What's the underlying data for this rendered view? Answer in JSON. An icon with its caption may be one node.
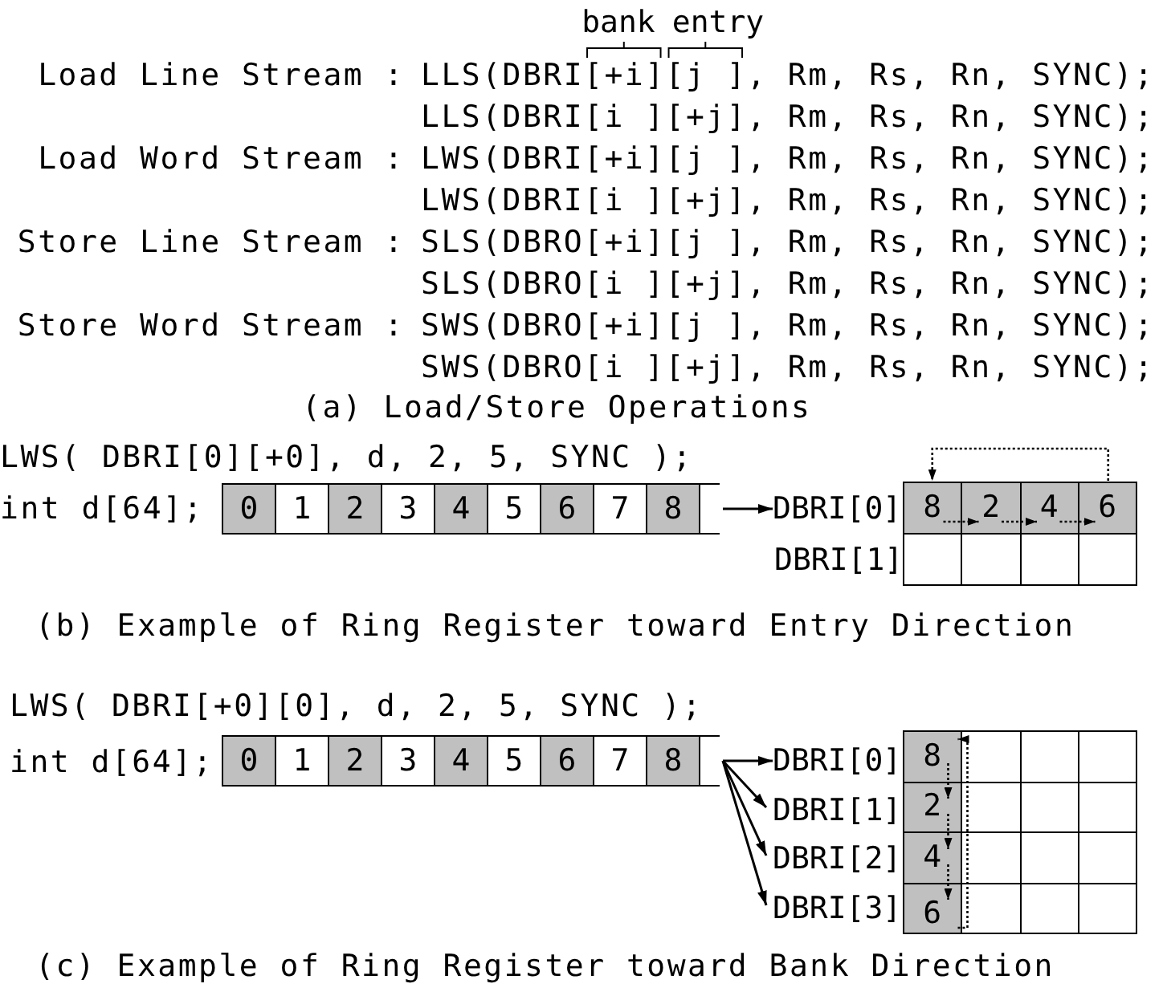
{
  "diagram": {
    "nodes": [
      {
        "text": [],
        "shape": "box"
      },
      {
        "text": [
          "0"
        ],
        "in": 0
      },
      {
        "text": [
          "1"
        ],
        "in": 0
      },
      {
        "text": [
          "2"
        ],
        "in": 0
      },
      {
        "text": [
          "3"
        ],
        "in": 0
      },
      {
        "text": [
          "4"
        ],
        "in": 0
      },
      {
        "text": [
          "5"
        ],
        "in": 0
      },
      {
        "text": [
          "6"
        ],
        "in": 0
      },
      {
        "text": [
          "7"
        ],
        "in": 0
      },
      {
        "text": [
          "8"
        ],
        "in": 0
      },
      {
        "text": [
          "DBRI[0]"
        ]
      },
      {
        "text": [
          "8"
        ]
      },
      {
        "text": [
          "2"
        ]
      },
      {
        "text": [
          "4"
        ]
      },
      {
        "text": [
          "6"
        ]
      },
      {
        "text": [],
        "shape": "box"
      },
      {
        "text": [],
        "shape": "box"
      },
      {
        "text": [],
        "shape": "box"
      },
      {
        "text": [],
        "shape": "box"
      },
      {
        "text": [],
        "shape": "box"
      },
      {
        "text": [
          "0"
        ],
        "in": 19
      },
      {
        "text": [
          "1"
        ],
        "in": 19
      },
      {
        "text": [
          "2"
        ],
        "in": 19
      },
      {
        "text": [
          "3"
        ],
        "in": 19
      },
      {
        "text": [
          "4"
        ],
        "in": 19
      },
      {
        "text": [
          "5"
        ],
        "in": 19
      },
      {
        "text": [
          "6"
        ],
        "in": 19
      },
      {
        "text": [
          "7"
        ],
        "in": 19
      },
      {
        "text": [
          "8"
        ],
        "in": 19
      },
      {
        "text": [
          "DBRI[0]"
        ]
      },
      {
        "text": [
          "DBRI[1]"
        ]
      },
      {
        "text": [
          "DBRI[2]"
        ]
      },
      {
        "text": [
          "DBRI[3]"
        ]
      },
      {
        "text": [
          "8"
        ]
      },
      {
        "text": [],
        "shape": "box"
      },
      {
        "text": [],
        "shape": "box"
      },
      {
        "text": [],
        "shape": "box"
      },
      {
        "text": [
          "2"
        ]
      },
      {
        "text": [],
        "shape": "box"
      },
      {
        "text": [],
        "shape": "box"
      },
      {
        "text": [],
        "shape": "box"
      },
      {
        "text": [
          "4"
        ]
      },
      {
        "text": [],
        "shape": "box"
      },
      {
        "text": [],
        "shape": "box"
      },
      {
        "text": [],
        "shape": "box"
      },
      {
        "text": [
          "6"
        ]
      },
      {
        "text": [],
        "shape": "box"
      },
      {
        "text": [],
        "shape": "box"
      },
      {
        "text": [],
        "shape": "box"
      }
    ],
    "edges": [
      {
        "from": 0,
        "to": 10,
        "arrow": "to"
      },
      {
        "from": 11,
        "to": 12,
        "arrow": "to",
        "style": "dashed"
      },
      {
        "from": 12,
        "to": 13,
        "arrow": "to",
        "style": "dashed"
      },
      {
        "from": 13,
        "to": 14,
        "arrow": "to",
        "style": "dashed"
      },
      {
        "from": 14,
        "to": 11,
        "arrow": "to",
        "style": "dashed"
      },
      {
        "from": 19,
        "to": 29,
        "arrow": "to"
      },
      {
        "from": 19,
        "to": 30,
        "arrow": "to"
      },
      {
        "from": 19,
        "to": 31,
        "arrow": "to"
      },
      {
        "from": 19,
        "to": 32,
        "arrow": "to"
      },
      {
        "from": 33,
        "to": 37,
        "arrow": "to",
        "style": "dashed"
      },
      {
        "from": 37,
        "to": 41,
        "arrow": "to",
        "style": "dashed"
      },
      {
        "from": 41,
        "to": 45,
        "arrow": "to",
        "style": "dashed"
      },
      {
        "from": 45,
        "to": 33,
        "arrow": "to",
        "style": "dashed"
      }
    ],
    "labels": [
      "bank",
      "entry",
      "Load Line Stream :",
      "LLS(DBRI[+i][j ], Rm, Rs, Rn, SYNC);",
      "LLS(DBRI[i ][+j], Rm, Rs, Rn, SYNC);",
      "Load Word Stream :",
      "LWS(DBRI[+i][j ], Rm, Rs, Rn, SYNC);",
      "LWS(DBRI[i ][+j], Rm, Rs, Rn, SYNC);",
      "Store Line Stream :",
      "SLS(DBRO[+i][j ], Rm, Rs, Rn, SYNC);",
      "SLS(DBRO[i ][+j], Rm, Rs, Rn, SYNC);",
      "Store Word Stream :",
      "SWS(DBRO[+i][j ], Rm, Rs, Rn, SYNC);",
      "SWS(DBRO[i ][+j], Rm, Rs, Rn, SYNC);",
      "(a) Load/Store Operations",
      "LWS( DBRI[0][+0], d, 2, 5, SYNC );",
      "int d[64];",
      "DBRI[1]",
      "(b) Example of Ring Register toward Entry Direction",
      "LWS( DBRI[+0][0], d, 2, 5, SYNC );",
      "int d[64];",
      "(c) Example of Ring Register toward Bank Direction"
    ]
  }
}
